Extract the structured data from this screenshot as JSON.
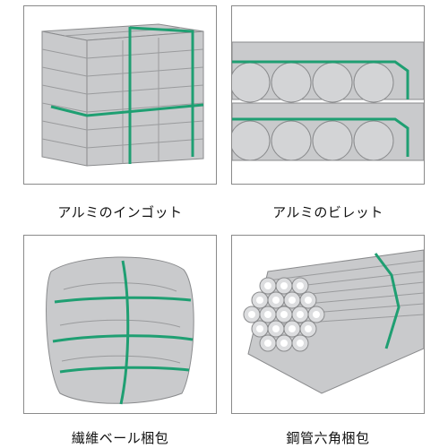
{
  "items": [
    {
      "label": "アルミのインゴット"
    },
    {
      "label": "アルミのビレット"
    },
    {
      "label": "繊維ベール梱包"
    },
    {
      "label": "鋼管六角梱包"
    }
  ],
  "colors": {
    "band": "#1f9f72",
    "metal": "#c7c8ca",
    "outline": "#8a8b8d",
    "frame": "#8a8a8a"
  }
}
